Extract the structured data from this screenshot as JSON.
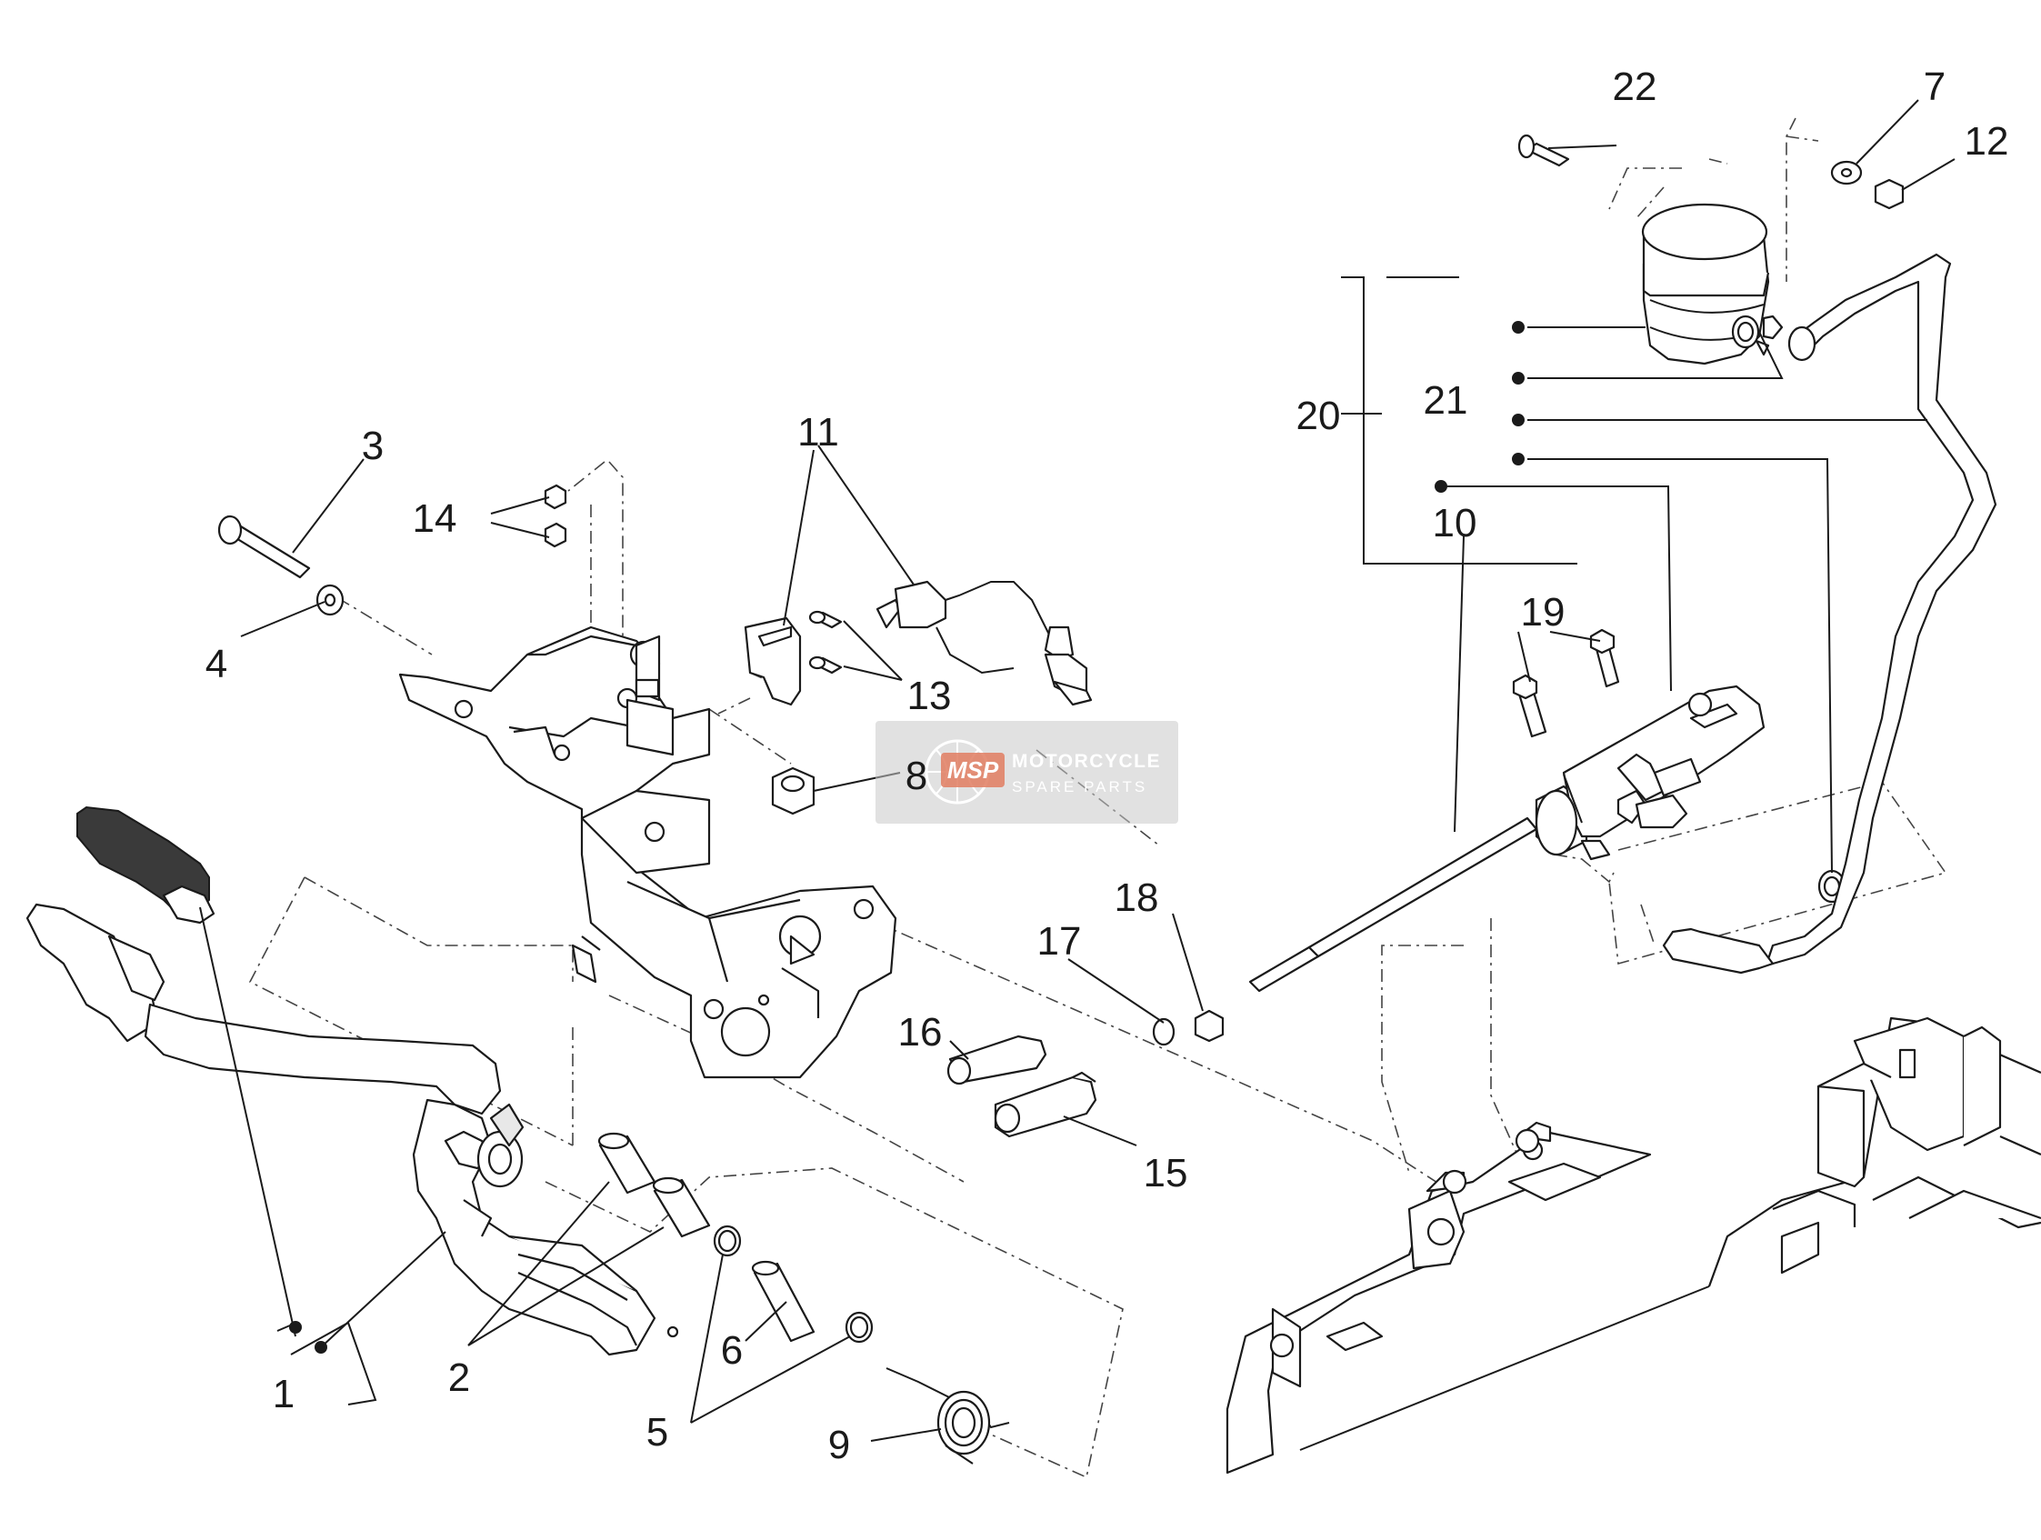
{
  "labels": {
    "l1": "1",
    "l2": "2",
    "l3": "3",
    "l4": "4",
    "l5": "5",
    "l6": "6",
    "l7": "7",
    "l8": "8",
    "l9": "9",
    "l10": "10",
    "l11": "11",
    "l12": "12",
    "l13": "13",
    "l14": "14",
    "l15": "15",
    "l16": "16",
    "l17": "17",
    "l18": "18",
    "l19": "19",
    "l20": "20",
    "l21": "21",
    "l22": "22"
  },
  "watermark": {
    "logo": "MSP",
    "line1": "MOTORCYCLE",
    "line2": "SPARE PARTS"
  }
}
